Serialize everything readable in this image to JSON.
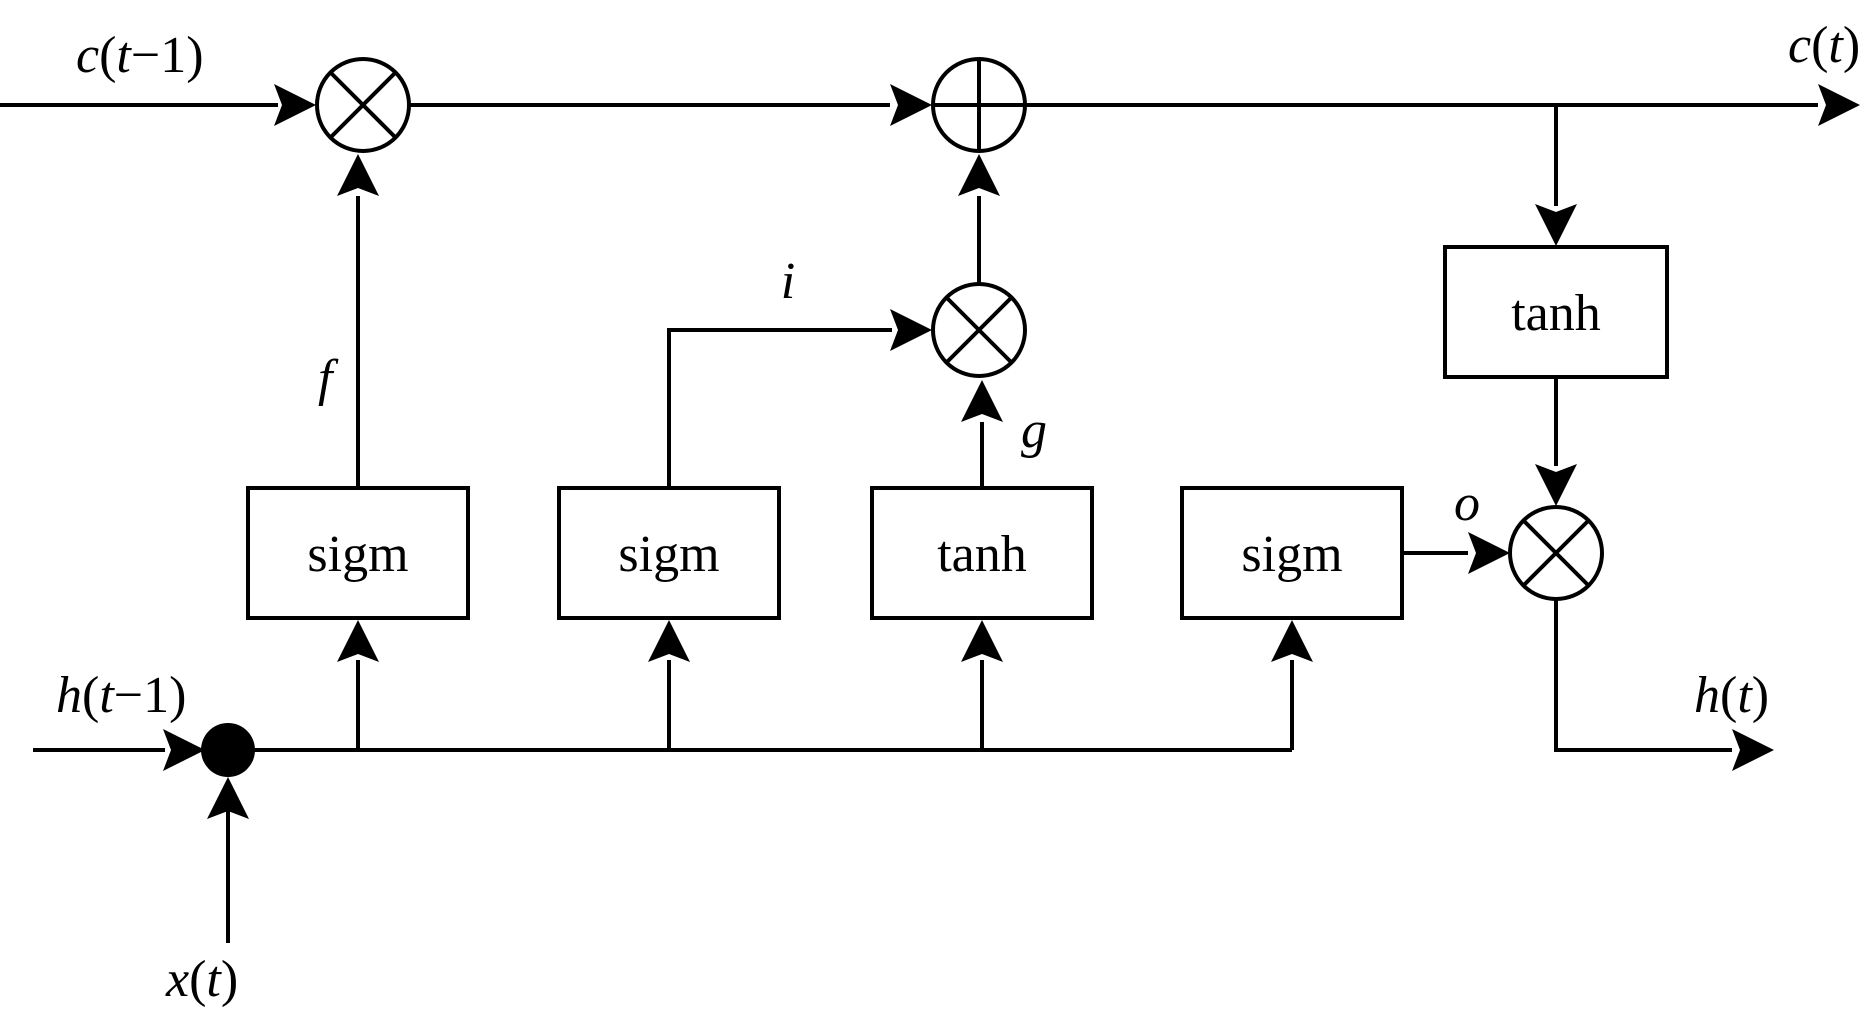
{
  "io_labels": {
    "c_prev": {
      "var": "c",
      "open": "(",
      "arg": "t",
      "rest": "−1)"
    },
    "c_out": {
      "var": "c",
      "open": "(",
      "arg": "t",
      "rest": ")"
    },
    "h_prev": {
      "var": "h",
      "open": "(",
      "arg": "t",
      "rest": "−1)"
    },
    "h_out": {
      "var": "h",
      "open": "(",
      "arg": "t",
      "rest": ")"
    },
    "x_in": {
      "var": "x",
      "open": "(",
      "arg": "t",
      "rest": ")"
    }
  },
  "gate_labels": {
    "forget": "f",
    "input": "i",
    "candidate": "g",
    "output": "o"
  },
  "boxes": {
    "forget_gate": "sigm",
    "input_gate": "sigm",
    "candidate_gate": "tanh",
    "output_gate": "sigm",
    "cell_tanh": "tanh"
  },
  "colors": {
    "stroke": "#000000",
    "background": "#ffffff"
  }
}
